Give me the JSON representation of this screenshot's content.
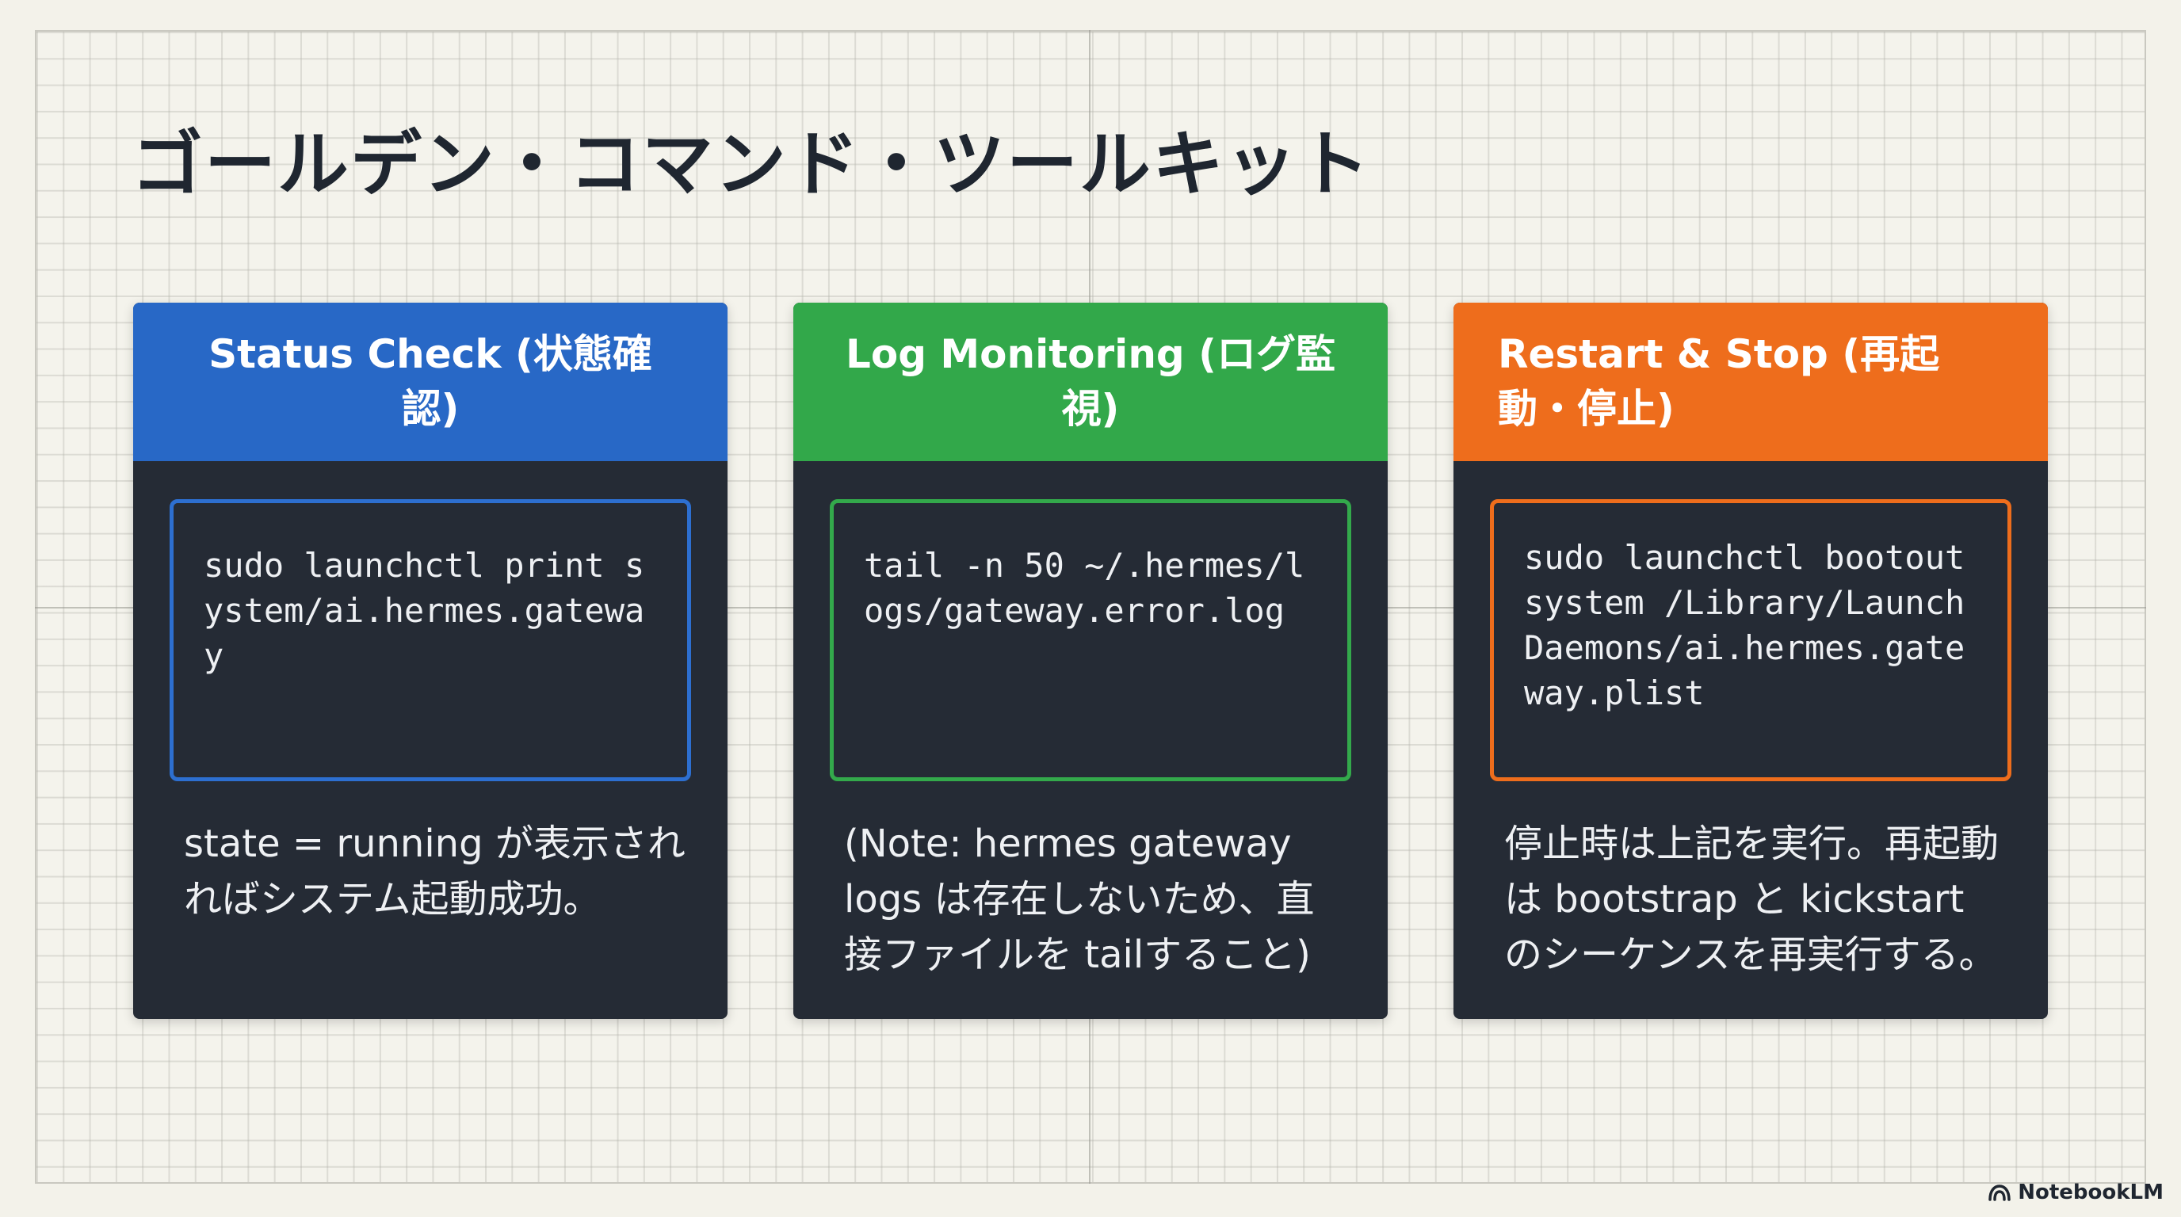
{
  "title": "ゴールデン・コマンド・ツールキット",
  "cards": [
    {
      "header": "Status Check (状態確認)",
      "command": "sudo launchctl print system/ai.hermes.gateway",
      "description": "state = running が表示されればシステム起動成功。",
      "accent_color": "#2868c6"
    },
    {
      "header": "Log Monitoring (ログ監視)",
      "command": "tail -n 50 ~/.hermes/logs/gateway.error.log",
      "description": "(Note: hermes gateway logs は存在しないため、直接ファイルを tailすること)",
      "accent_color": "#32a84a"
    },
    {
      "header": "Restart & Stop (再起動・停止)",
      "command": "sudo launchctl bootout system /Library/LaunchDaemons/ai.hermes.gateway.plist",
      "description": "停止時は上記を実行。再起動は bootstrap と kickstart のシーケンスを再実行する。",
      "accent_color": "#ee6d1c"
    }
  ],
  "branding": {
    "label": "NotebookLM",
    "icon": "notebooklm-logo-icon"
  }
}
